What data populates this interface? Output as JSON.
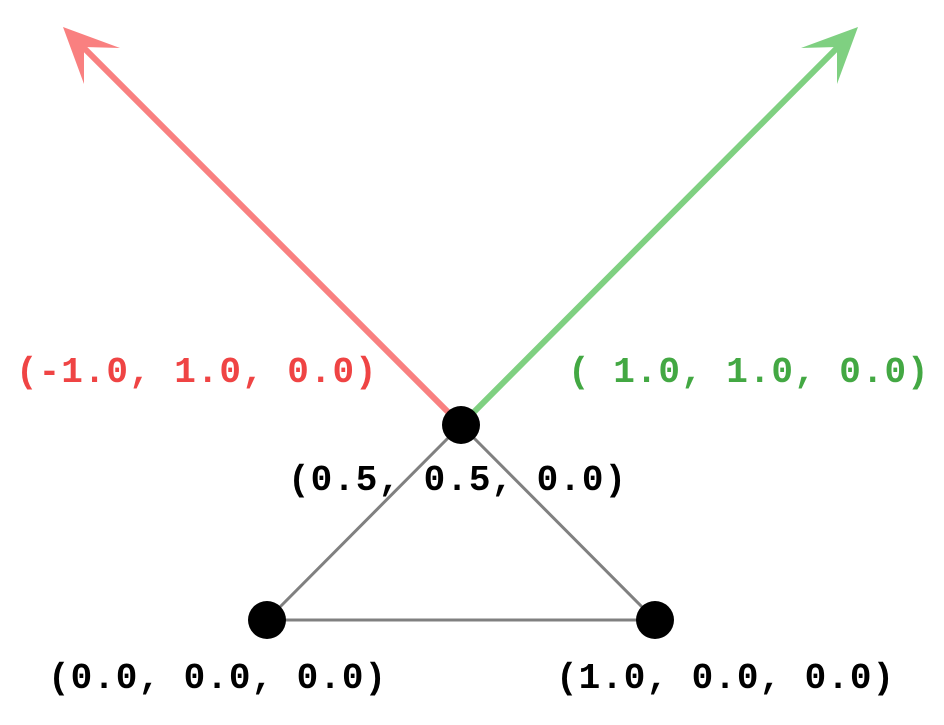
{
  "diagram": {
    "vertices": [
      {
        "id": "top",
        "label": "(0.5, 0.5, 0.0)"
      },
      {
        "id": "left",
        "label": "(0.0, 0.0, 0.0)"
      },
      {
        "id": "right",
        "label": "(1.0, 0.0, 0.0)"
      }
    ],
    "vectors": [
      {
        "id": "red",
        "label": "(-1.0, 1.0, 0.0)",
        "line_color": "#f98080",
        "label_color": "#ef4444"
      },
      {
        "id": "green",
        "label": "( 1.0, 1.0, 0.0)",
        "line_color": "#7fd081",
        "label_color": "#43a843"
      }
    ],
    "colors": {
      "edge": "#808080",
      "vertex": "#000000"
    }
  }
}
